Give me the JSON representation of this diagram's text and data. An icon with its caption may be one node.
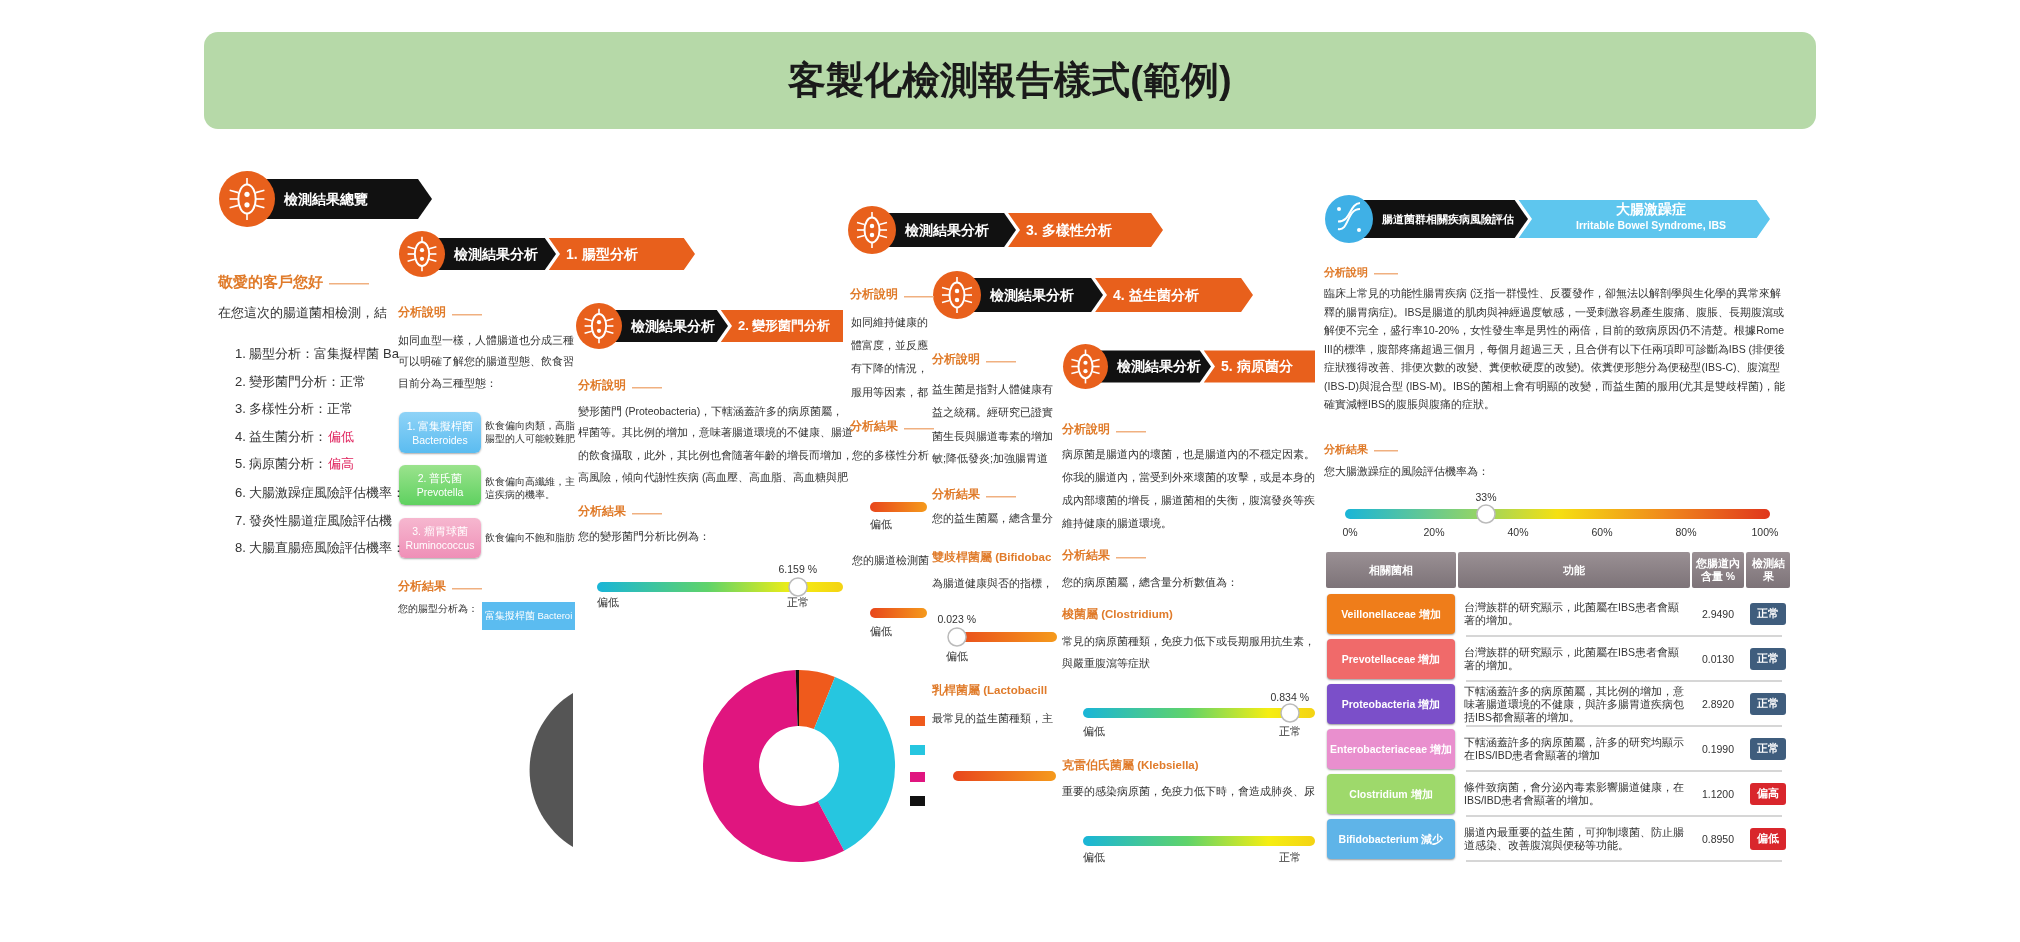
{
  "diagram": {
    "nodes": [
      {
        "text": [
          "客製化檢測報告樣式(範例)"
        ]
      },
      {
        "text": [
          "檢測結果總覽"
        ]
      },
      {
        "text": [
          "檢測結果分析",
          "1. 腸型分析"
        ]
      },
      {
        "text": [
          "1. 富集擬桿菌 Bacteroides"
        ],
        "beside": [
          "飲食偏向肉類，高脂腸型的人可能較難肥"
        ]
      },
      {
        "text": [
          "2. 普氏菌 Prevotella"
        ],
        "beside": [
          "飲食偏向高纖維，主這疾病的機率。"
        ]
      },
      {
        "text": [
          "3. 瘤胃球菌 Ruminococcus"
        ],
        "beside": [
          "飲食偏向不飽和脂肪"
        ]
      },
      {
        "text": [
          "富集擬桿菌 Bacteroi"
        ]
      },
      {
        "text": [
          "檢測結果分析",
          "2. 變形菌門分析"
        ]
      },
      {
        "text": [
          "檢測結果分析",
          "3. 多樣性分析"
        ]
      },
      {
        "text": [
          "檢測結果分析",
          "4. 益生菌分析"
        ]
      },
      {
        "text": [
          "檢測結果分析",
          "5. 病原菌分"
        ]
      },
      {
        "text": [
          "腸道菌群相關疾病風險評估",
          "大腸激躁症",
          "Irritable Bowel Syndrome, IBS"
        ]
      }
    ],
    "labels": [
      "敬愛的客戶您好",
      "在您這次的腸道菌相檢測，結",
      "1. 腸型分析：富集擬桿菌 Ba",
      "2. 變形菌門分析：正常",
      "3. 多樣性分析：正常",
      "4. 益生菌分析：",
      "偏低",
      "5. 病原菌分析：",
      "偏高",
      "6. 大腸激躁症風險評估機率：",
      "7. 發炎性腸道症風險評估機",
      "8. 大腸直腸癌風險評估機率：",
      "分析說明",
      "如同血型一樣，人體腸道也分成三種",
      "可以明確了解您的腸道型態、飲食習",
      "目前分為三種型態：",
      "分析結果",
      "您的腸型分析為：",
      "分析說明",
      "變形菌門 (Proteobacteria)，下轄涵蓋許多的病原菌屬，",
      "桿菌等。其比例的增加，意味著腸道環境的不健康、腸道",
      "的飲食攝取，此外，其比例也會隨著年齡的增長而增加，",
      "高風險，傾向代謝性疾病 (高血壓、高血脂、高血糖與肥",
      "分析結果",
      "您的變形菌門分析比例為：",
      "6.159 %",
      "偏低",
      "正常",
      "分析說明",
      "如同維持健康的",
      "體富度，並反應",
      "有下降的情況，",
      "服用等因素，都",
      "分析結果",
      "您的多樣性分析",
      "偏低",
      "您的腸道檢測菌",
      "偏低",
      "分析說明",
      "益生菌是指對人體健康有",
      "益之統稱。經研究已證實",
      "菌生長與腸道毒素的增加",
      "敏;降低發炎;加強腸胃道",
      "分析結果",
      "您的益生菌屬，總含量分",
      "雙歧桿菌屬 (Bifidobac",
      "為腸道健康與否的指標，",
      "0.023 %",
      "偏低",
      "乳桿菌屬 (Lactobacill",
      "最常見的益生菌種類，主",
      "分析說明",
      "病原菌是腸道內的壞菌，也是腸道內的不穩定因素。",
      "你我的腸道內，當受到外來壞菌的攻擊，或是本身的",
      "成內部壞菌的增長，腸道菌相的失衡，腹瀉發炎等疾",
      "維持健康的腸道環境。",
      "分析結果",
      "您的病原菌屬，總含量分析數值為：",
      "梭菌屬 (Clostridium)",
      "常見的病原菌種類，免疫力低下或長期服用抗生素，",
      "與嚴重腹瀉等症狀",
      "0.834 %",
      "偏低",
      "正常",
      "克雷伯氏菌屬 (Klebsiella)",
      "重要的感染病原菌，免疫力低下時，會造成肺炎、尿",
      "偏低",
      "正常",
      "分析說明",
      "臨床上常見的功能性腸胃疾病 (泛指一群慢性、反覆發作，卻無法以解剖學與生化學的異常來解釋的腸胃病症)。IBS是腸道的肌肉與神經過度敏感，一受刺激容易產生腹痛、腹脹、長期腹瀉或解便不完全，盛行率10-20%，女性發生率是男性的兩倍，目前的致病原因仍不清楚。根據Rome III的標準，腹部疼痛超過三個月，每個月超過三天，且合併有以下任兩項即可診斷為IBS (排便後症狀獲得改善、排便次數的改變、糞便軟硬度的改變)。依糞便形態分為便秘型(IBS-C)、腹瀉型 (IBS-D)與混合型 (IBS-M)。IBS的菌相上會有明顯的改變，而益生菌的服用(尤其是雙歧桿菌)，能確實減輕IBS的腹脹與腹痛的症狀。",
      "分析結果",
      "您大腸激躁症的風險評估機率為：",
      "33%",
      "0%",
      "20%",
      "40%",
      "60%",
      "80%",
      "100%",
      "相關菌相",
      "功能",
      "您腸道內含量 %",
      "檢測結果",
      "Veillonellaceae 增加",
      "台灣族群的研究顯示，此菌屬在IBS患者會顯著的增加。",
      "2.9490",
      "正常",
      "Prevotellaceae 增加",
      "台灣族群的研究顯示，此菌屬在IBS患者會顯著的增加。",
      "0.0130",
      "正常",
      "Proteobacteria 增加",
      "下轄涵蓋許多的病原菌屬，其比例的增加，意味著腸道環境的不健康，與許多腸胃道疾病包括IBS都會顯著的增加。",
      "2.8920",
      "正常",
      "Enterobacteriaceae 增加",
      "下轄涵蓋許多的病原菌屬，許多的研究均顯示在IBS/IBD患者會顯著的增加",
      "0.1990",
      "正常",
      "Clostridium 增加",
      "條件致病菌，會分泌內毒素影響腸道健康，在IBS/IBD患者會顯著的增加。",
      "1.1200",
      "偏高",
      "Bifidobacterium 減少",
      "腸道內最重要的益生菌，可抑制壞菌、防止腸道感染、改善腹瀉與便秘等功能。",
      "0.8950",
      "偏低"
    ]
  }
}
